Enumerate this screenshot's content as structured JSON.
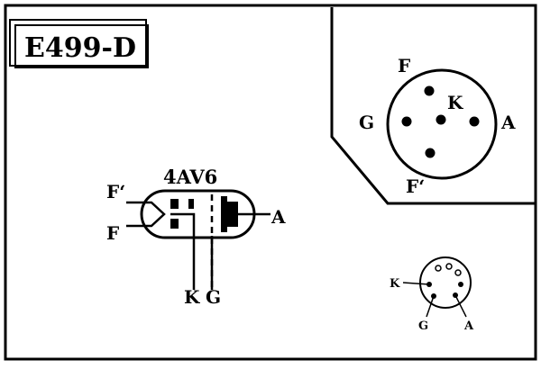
{
  "title": "E499-D",
  "tube_type": "4AV6",
  "symbol_labels": {
    "filament_top": "F‘",
    "filament_bottom": "F",
    "anode": "A",
    "cathode": "K",
    "grid": "G"
  },
  "large_socket_labels": {
    "filament_top": "F",
    "cathode": "K",
    "grid": "G",
    "anode": "A",
    "filament_bottom": "F‘"
  },
  "small_socket_labels": {
    "cathode": "K",
    "grid": "G",
    "anode": "A"
  },
  "colors": {
    "ink": "#000000",
    "paper": "#ffffff"
  }
}
